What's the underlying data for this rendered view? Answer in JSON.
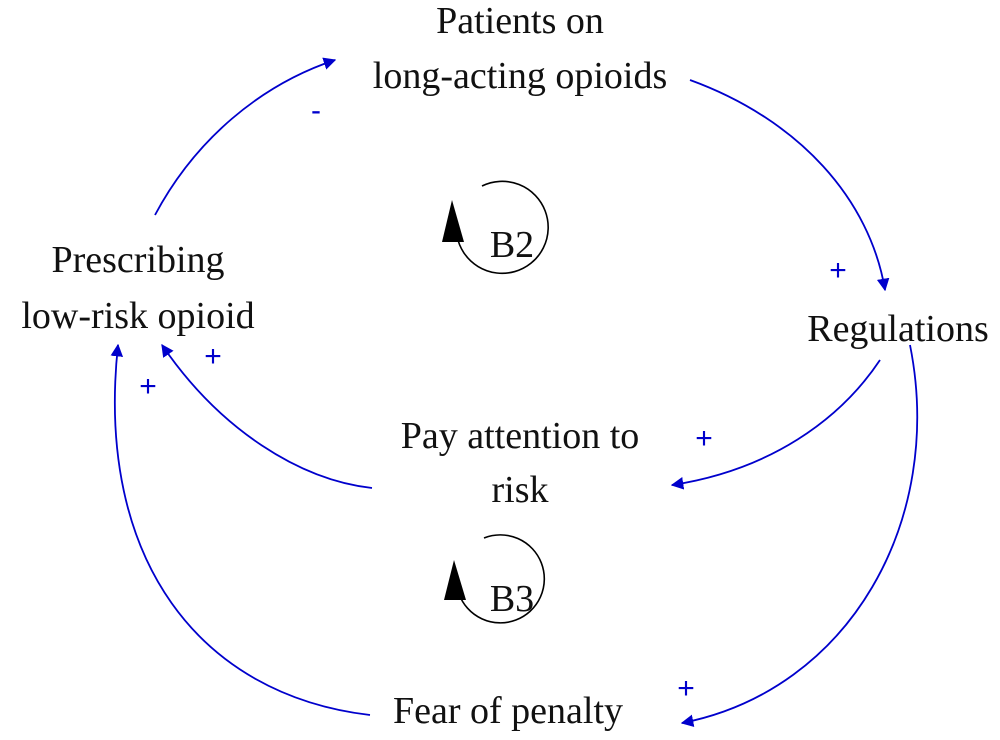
{
  "colors": {
    "link": "#0000cc",
    "text": "#111111",
    "loop": "#000000"
  },
  "nodes": {
    "patients": {
      "line1": "Patients on",
      "line2": "long-acting opioids"
    },
    "prescribing": {
      "line1": "Prescribing",
      "line2": "low-risk opioid"
    },
    "regulations": {
      "label": "Regulations"
    },
    "attention": {
      "line1": "Pay attention to",
      "line2": "risk"
    },
    "fear": {
      "label": "Fear of penalty"
    }
  },
  "loops": {
    "b2": "B2",
    "b3": "B3"
  },
  "polarities": {
    "prescribing_to_patients": "-",
    "patients_to_regulations": "+",
    "regulations_to_attention": "+",
    "attention_to_prescribing": "+",
    "fear_to_prescribing": "+",
    "regulations_to_fear": "+"
  }
}
